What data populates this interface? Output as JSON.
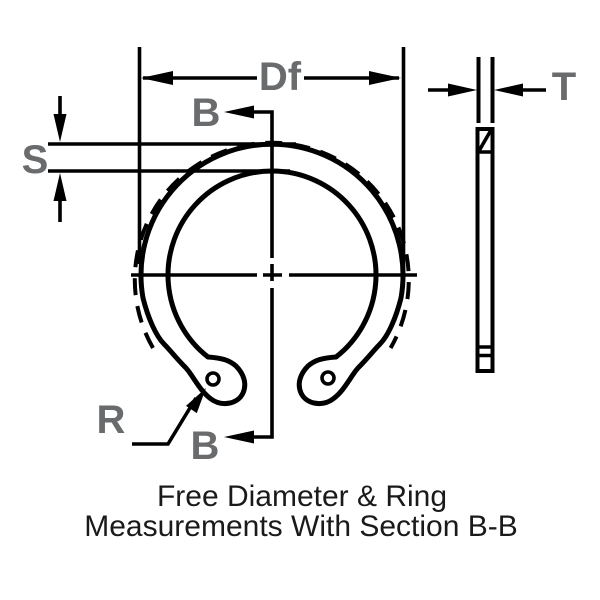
{
  "diagram": {
    "title": "Retaining ring free diameter drawing with section B-B",
    "labels": {
      "free_diameter": "Df",
      "section_top": "B",
      "section_bottom": "B",
      "radial_width": "S",
      "thickness": "T",
      "lug_hole_radius": "R"
    },
    "caption": {
      "line1": "Free Diameter & Ring",
      "line2": "Measurements With Section B-B"
    },
    "colors": {
      "line": "#000000",
      "label": "#696b6d",
      "caption": "#1a1a1a",
      "background": "#ffffff"
    }
  }
}
